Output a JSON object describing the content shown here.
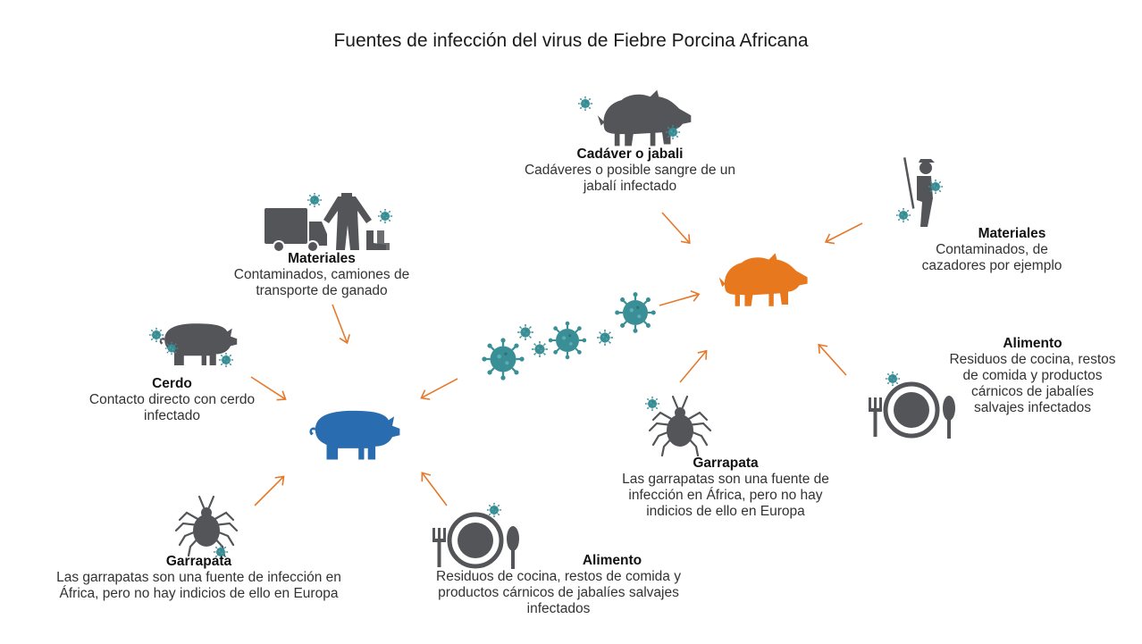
{
  "title": "Fuentes de infección del virus de Fiebre Porcina Africana",
  "colors": {
    "icon_gray": "#545559",
    "virus_teal": "#3a8f96",
    "arrow_orange": "#e6782a",
    "domestic_pig_blue": "#2a6cb0",
    "wild_boar_orange": "#e8781e"
  },
  "icons": [
    "wild-boar-icon",
    "hunter-icon",
    "truck-icon",
    "coverall-icon",
    "boot-icon",
    "pig-icon",
    "tick-icon",
    "plate-cutlery-icon",
    "virus-icon"
  ],
  "sources": {
    "materials_truck": {
      "heading": "Materiales",
      "body": [
        "Contaminados, camiones de",
        "transporte de ganado"
      ]
    },
    "pig": {
      "heading": "Cerdo",
      "body": [
        "Contacto directo con cerdo",
        "infectado"
      ]
    },
    "tick_left": {
      "heading": "Garrapata",
      "body": [
        "Las garrapatas son una fuente de infección en",
        "África, pero no hay indicios de ello en Europa"
      ]
    },
    "food_center": {
      "heading": "Alimento",
      "body": [
        "Residuos de cocina, restos de comida y",
        "productos cárnicos de jabalíes salvajes",
        "infectados"
      ]
    },
    "carcass": {
      "heading": "Cadáver  o jabali",
      "body": [
        "Cadáveres o posible sangre de un",
        "jabalí infectado"
      ]
    },
    "materials_hunter": {
      "heading": "Materiales",
      "body": [
        "Contaminados, de",
        "cazadores por ejemplo"
      ]
    },
    "food_right": {
      "heading": "Alimento",
      "body": [
        "Residuos de cocina, restos",
        "de comida y productos",
        "cárnicos de jabalíes",
        "salvajes  infectados"
      ]
    },
    "tick_right": {
      "heading": "Garrapata",
      "body": [
        "Las garrapatas son una fuente de",
        "infección en África, pero no hay",
        "indicios de ello en Europa"
      ]
    }
  }
}
